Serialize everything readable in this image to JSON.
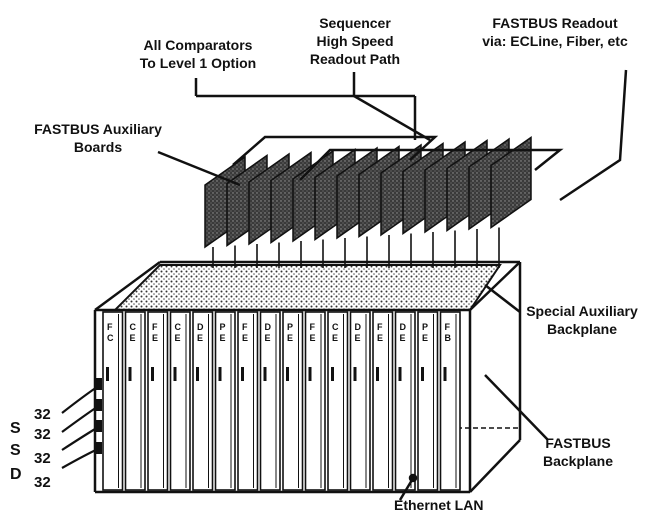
{
  "labels": {
    "comparators": [
      "All Comparators",
      "To Level 1 Option"
    ],
    "sequencer": [
      "Sequencer",
      "High Speed",
      "Readout Path"
    ],
    "fastbus_readout": [
      "FASTBUS Readout",
      "via: ECLine, Fiber, etc"
    ],
    "aux_boards": [
      "FASTBUS Auxiliary",
      "Boards"
    ],
    "special_backplane": [
      "Special Auxiliary",
      "Backplane"
    ],
    "fastbus_backplane": [
      "FASTBUS",
      "Backplane"
    ],
    "ethernet": "Ethernet LAN"
  },
  "inputs": {
    "letters": [
      "S",
      "S",
      "D"
    ],
    "counts": [
      "32",
      "32",
      "32",
      "32"
    ]
  },
  "cards": [
    {
      "top": "F",
      "mid": "C"
    },
    {
      "top": "C",
      "mid": "E"
    },
    {
      "top": "F",
      "mid": "E"
    },
    {
      "top": "C",
      "mid": "E"
    },
    {
      "top": "D",
      "mid": "E"
    },
    {
      "top": "P",
      "mid": "E"
    },
    {
      "top": "F",
      "mid": "E"
    },
    {
      "top": "D",
      "mid": "E"
    },
    {
      "top": "P",
      "mid": "E"
    },
    {
      "top": "F",
      "mid": "E"
    },
    {
      "top": "C",
      "mid": "E"
    },
    {
      "top": "D",
      "mid": "E"
    },
    {
      "top": "F",
      "mid": "E"
    },
    {
      "top": "D",
      "mid": "E"
    },
    {
      "top": "P",
      "mid": "E"
    },
    {
      "top": "F",
      "mid": "B"
    }
  ]
}
